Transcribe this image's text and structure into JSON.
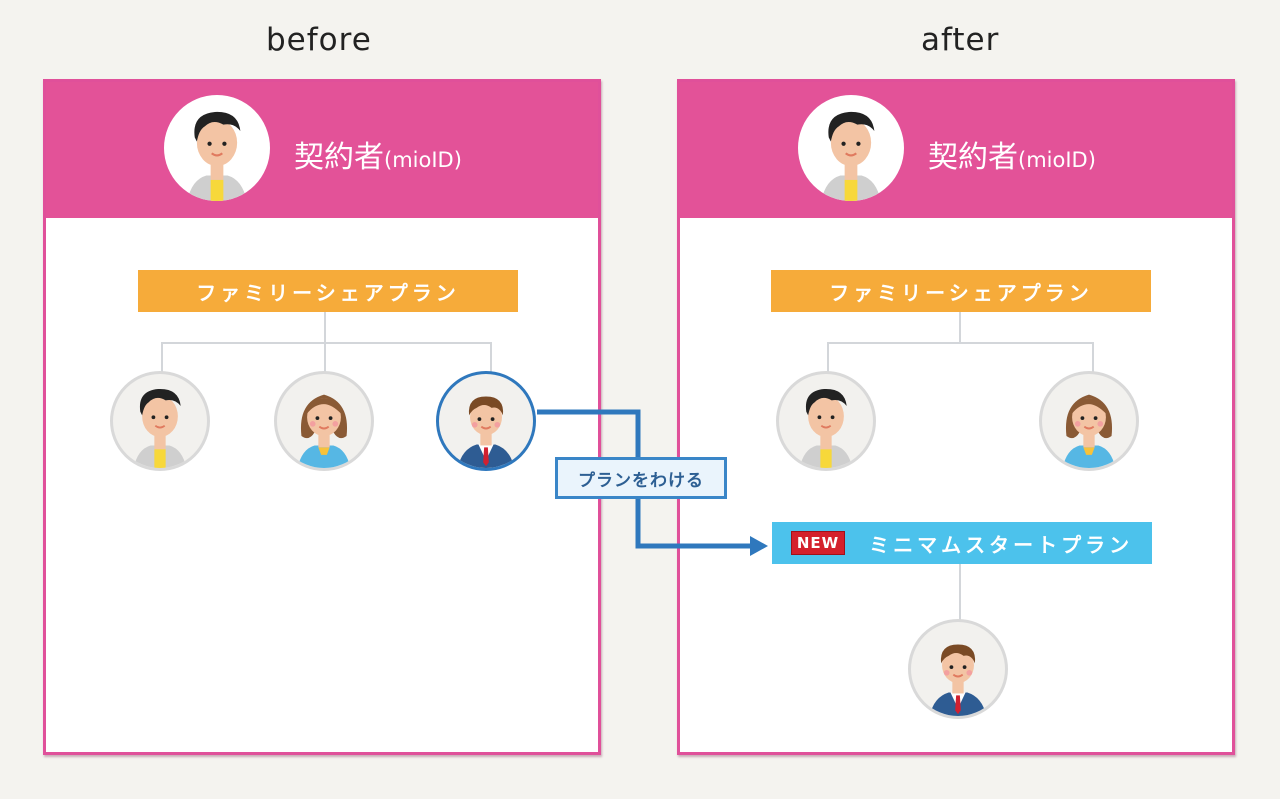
{
  "captions": {
    "before": "before",
    "after": "after"
  },
  "owner": {
    "label": "契約者",
    "id_label": "(mioID)"
  },
  "before": {
    "plan": "ファミリーシェアプラン",
    "members": [
      {
        "type": "woman-short-hair"
      },
      {
        "type": "woman-long-hair"
      },
      {
        "type": "boy-suit",
        "selected": true
      }
    ]
  },
  "after": {
    "plan": "ファミリーシェアプラン",
    "members": [
      {
        "type": "woman-short-hair"
      },
      {
        "type": "woman-long-hair"
      }
    ],
    "new_plan": {
      "badge": "NEW",
      "name": "ミニマムスタートプラン",
      "members": [
        {
          "type": "boy-suit"
        }
      ]
    }
  },
  "action": {
    "label": "プランをわける"
  },
  "colors": {
    "panel": "#e35298",
    "family_plan": "#f6ab3a",
    "minimum_plan": "#4cc2ec",
    "arrow": "#2f78bd",
    "new_badge": "#d4202c"
  }
}
